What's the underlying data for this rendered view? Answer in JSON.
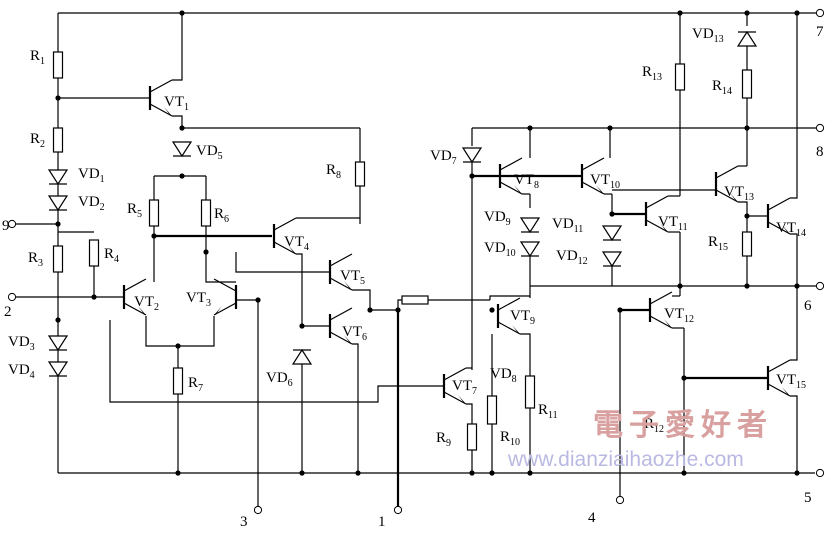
{
  "pins": [
    "1",
    "2",
    "3",
    "4",
    "5",
    "6",
    "7",
    "8",
    "9"
  ],
  "transistors": [
    {
      "name": "VT",
      "sub": "1"
    },
    {
      "name": "VT",
      "sub": "2"
    },
    {
      "name": "VT",
      "sub": "3"
    },
    {
      "name": "VT",
      "sub": "4"
    },
    {
      "name": "VT",
      "sub": "5"
    },
    {
      "name": "VT",
      "sub": "6"
    },
    {
      "name": "VT",
      "sub": "7"
    },
    {
      "name": "VT",
      "sub": "8"
    },
    {
      "name": "VT",
      "sub": "9"
    },
    {
      "name": "VT",
      "sub": "10"
    },
    {
      "name": "VT",
      "sub": "11"
    },
    {
      "name": "VT",
      "sub": "12"
    },
    {
      "name": "VT",
      "sub": "13"
    },
    {
      "name": "VT",
      "sub": "14"
    },
    {
      "name": "VT",
      "sub": "15"
    }
  ],
  "resistors": [
    {
      "name": "R",
      "sub": "1"
    },
    {
      "name": "R",
      "sub": "2"
    },
    {
      "name": "R",
      "sub": "3"
    },
    {
      "name": "R",
      "sub": "4"
    },
    {
      "name": "R",
      "sub": "5"
    },
    {
      "name": "R",
      "sub": "6"
    },
    {
      "name": "R",
      "sub": "7"
    },
    {
      "name": "R",
      "sub": "8"
    },
    {
      "name": "R",
      "sub": "9"
    },
    {
      "name": "R",
      "sub": "10"
    },
    {
      "name": "R",
      "sub": "11"
    },
    {
      "name": "R",
      "sub": "12"
    },
    {
      "name": "R",
      "sub": "13"
    },
    {
      "name": "R",
      "sub": "14"
    },
    {
      "name": "R",
      "sub": "15"
    }
  ],
  "diodes": [
    {
      "name": "VD",
      "sub": "1"
    },
    {
      "name": "VD",
      "sub": "2"
    },
    {
      "name": "VD",
      "sub": "3"
    },
    {
      "name": "VD",
      "sub": "4"
    },
    {
      "name": "VD",
      "sub": "5"
    },
    {
      "name": "VD",
      "sub": "6"
    },
    {
      "name": "VD",
      "sub": "7"
    },
    {
      "name": "VD",
      "sub": "8"
    },
    {
      "name": "VD",
      "sub": "9"
    },
    {
      "name": "VD",
      "sub": "10"
    },
    {
      "name": "VD",
      "sub": "11"
    },
    {
      "name": "VD",
      "sub": "12"
    },
    {
      "name": "VD",
      "sub": "13"
    }
  ],
  "watermark": {
    "site_cn": "電子愛好者",
    "site_url": "www.dianziaihaozhe.com",
    "colors": {
      "cn": "#d9a0a0",
      "url": "#b9b9e2"
    }
  }
}
